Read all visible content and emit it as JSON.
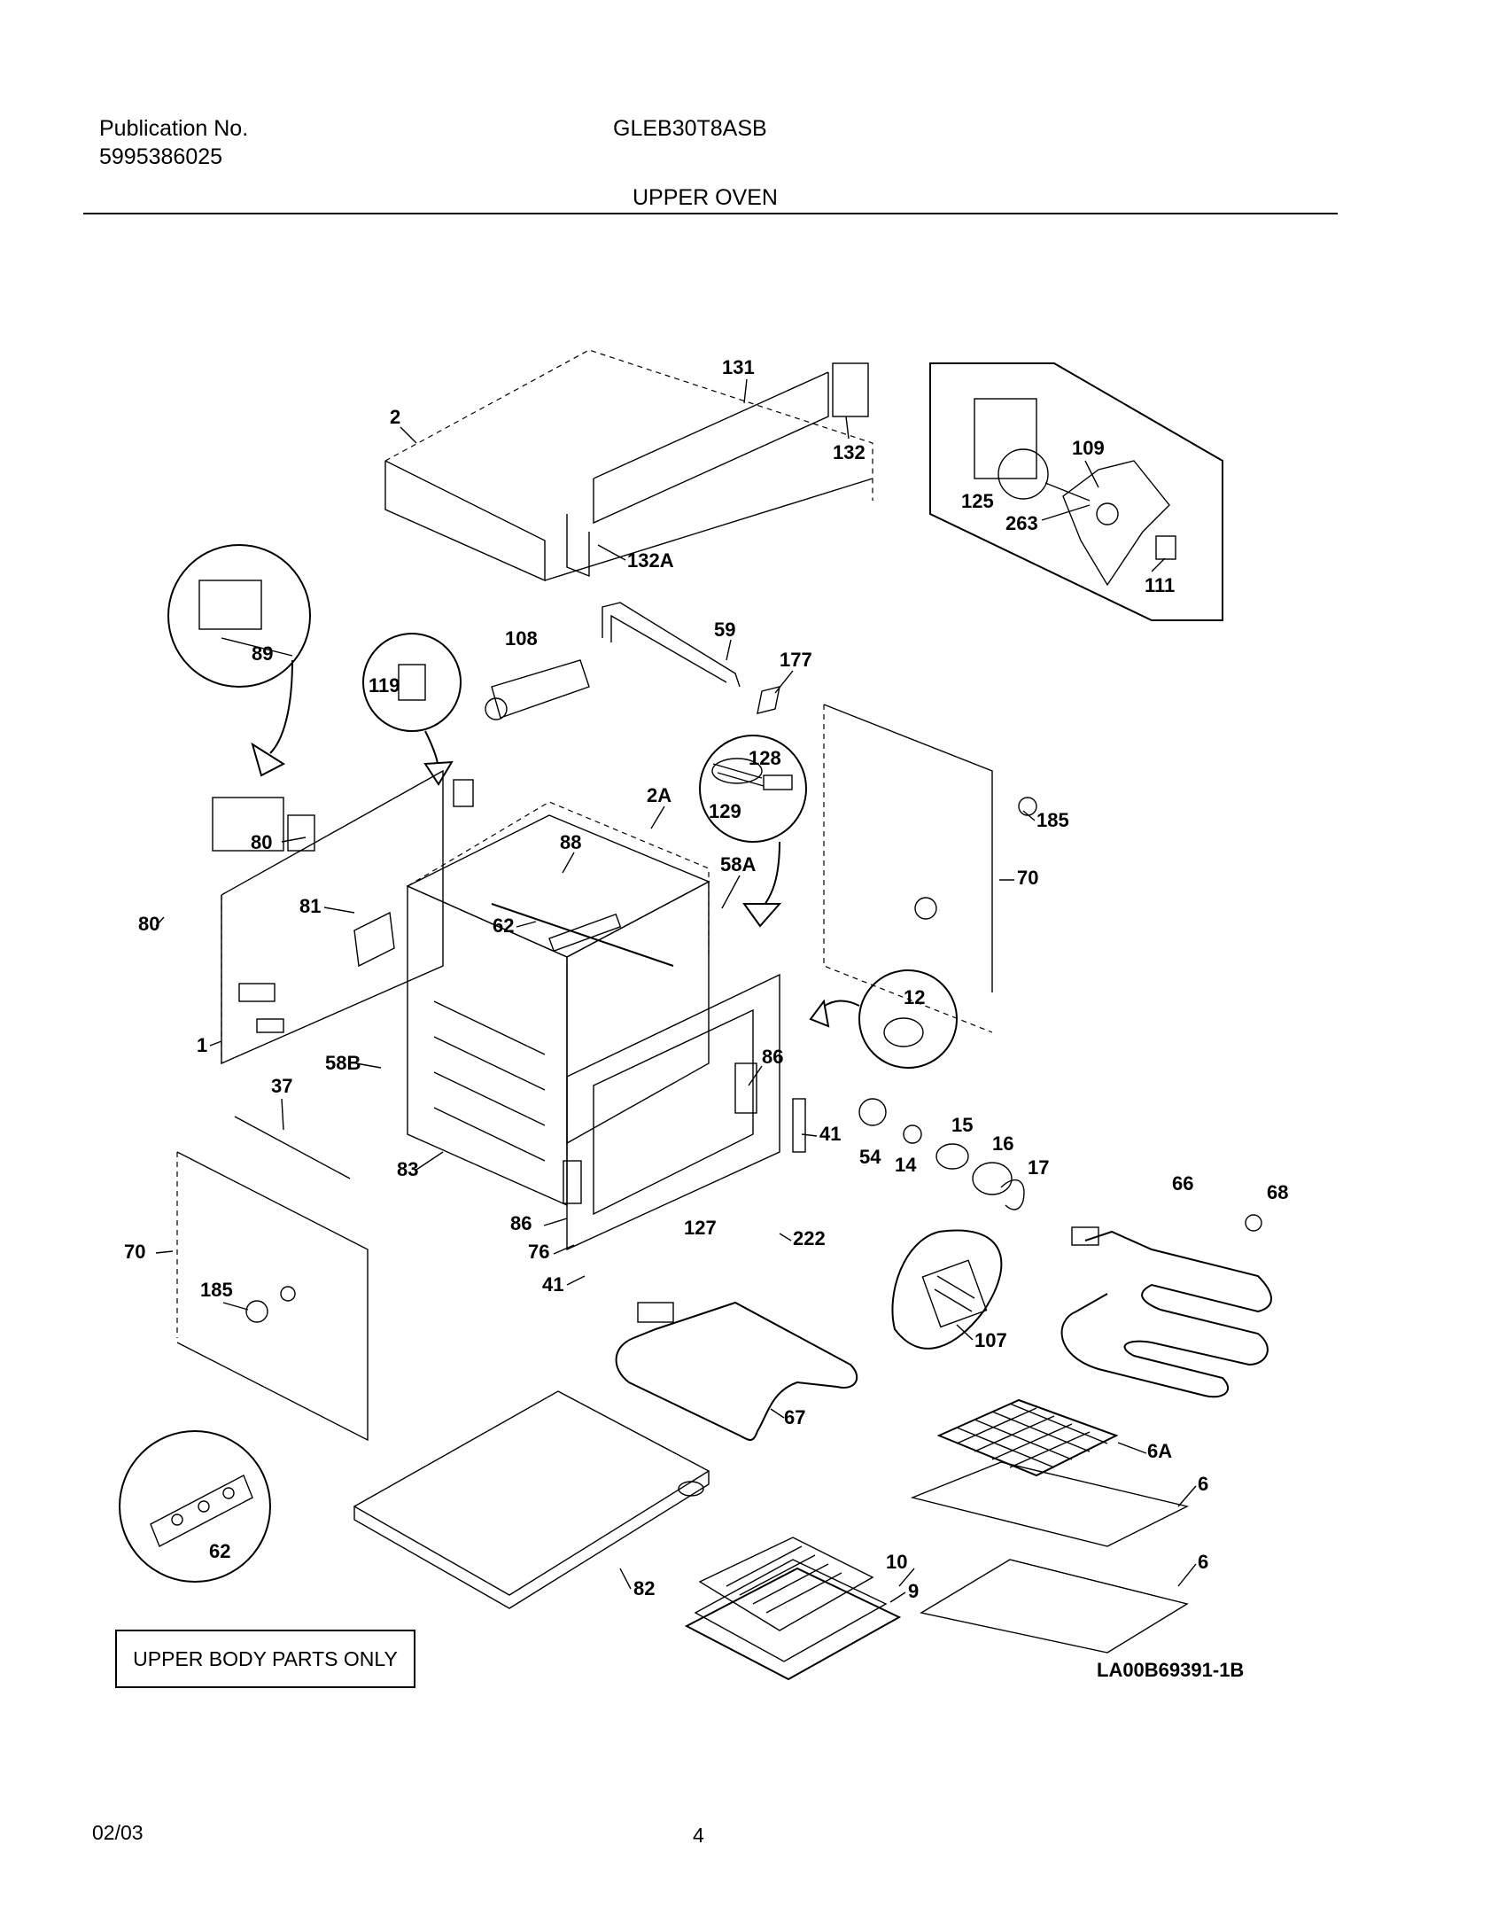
{
  "header": {
    "publication_label": "Publication No.",
    "publication_number": "5995386025",
    "model": "GLEB30T8ASB",
    "section": "UPPER OVEN"
  },
  "note": "UPPER BODY PARTS ONLY",
  "drawing_code": "LA00B69391-1B",
  "footer": {
    "date": "02/03",
    "page": "4"
  },
  "callouts": [
    "2",
    "131",
    "132",
    "132A",
    "125",
    "109",
    "263",
    "111",
    "89",
    "108",
    "59",
    "177",
    "119",
    "128",
    "129",
    "2A",
    "185",
    "80",
    "88",
    "58A",
    "70",
    "81",
    "62",
    "12",
    "80",
    "1",
    "58B",
    "86",
    "37",
    "41",
    "83",
    "54",
    "15",
    "16",
    "14",
    "17",
    "66",
    "68",
    "86",
    "127",
    "76",
    "222",
    "70",
    "41",
    "185",
    "107",
    "67",
    "6A",
    "6",
    "62",
    "10",
    "6",
    "82",
    "9"
  ]
}
